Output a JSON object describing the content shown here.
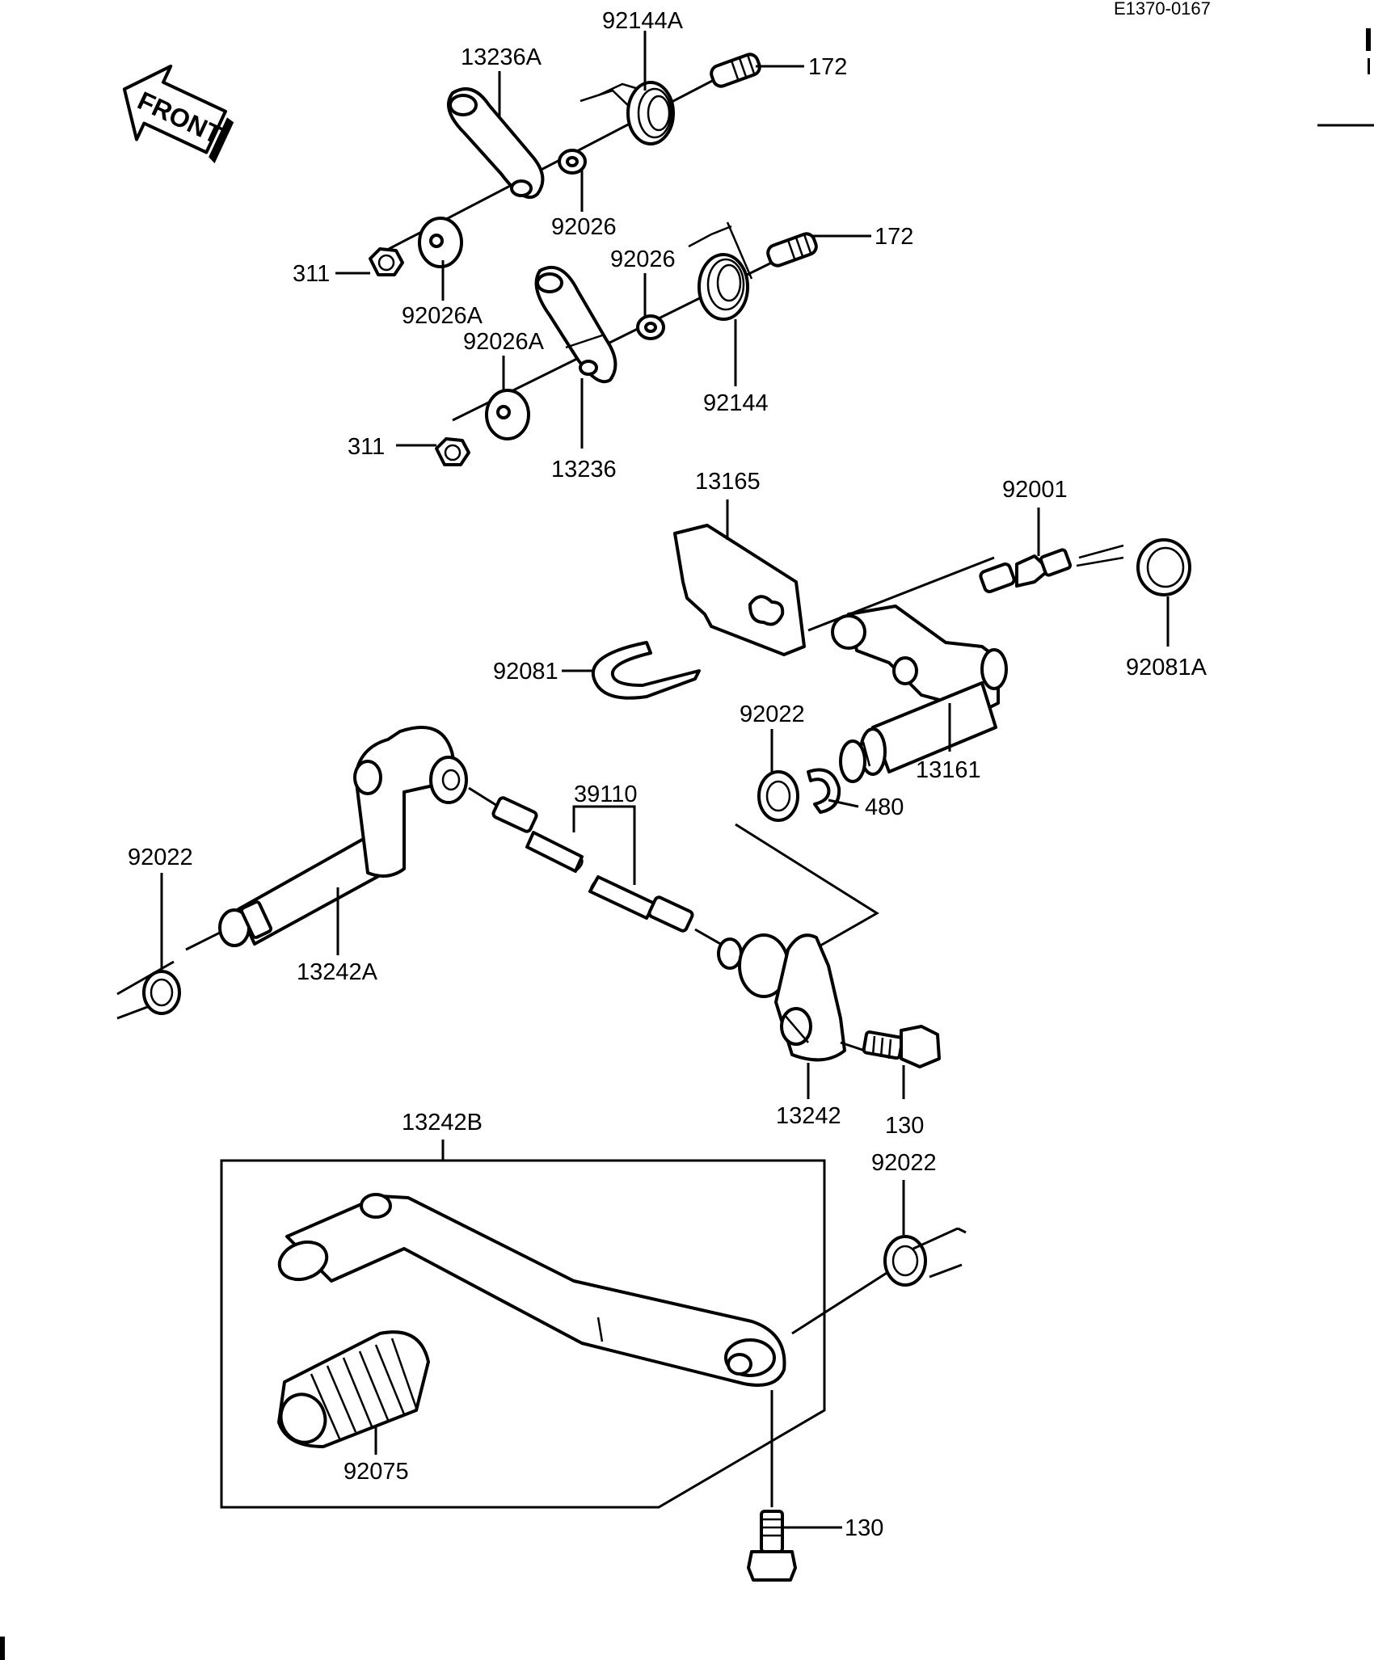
{
  "diagram_code": "E1370-0167",
  "front_arrow": "FRONT",
  "labels": {
    "p92144A": "92144A",
    "p13236A": "13236A",
    "p172a": "172",
    "p92026a": "92026",
    "p311a": "311",
    "p92026Aa": "92026A",
    "p92026b": "92026",
    "p172b": "172",
    "p92026Ab": "92026A",
    "p311b": "311",
    "p13236": "13236",
    "p92144": "92144",
    "p13165": "13165",
    "p92001": "92001",
    "p92081": "92081",
    "p92081A": "92081A",
    "p92022a": "92022",
    "p13161": "13161",
    "p480": "480",
    "p39110": "39110",
    "p92022b": "92022",
    "p13242A": "13242A",
    "p13242": "13242",
    "p130a": "130",
    "p13242B": "13242B",
    "p92022c": "92022",
    "p92075": "92075",
    "p130b": "130"
  }
}
